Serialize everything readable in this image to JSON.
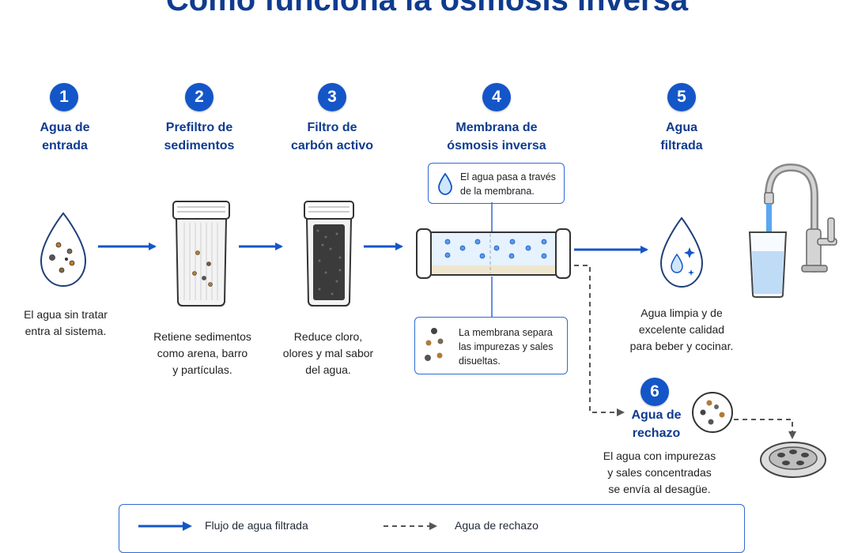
{
  "title": "Cómo funciona la ósmosis inversa",
  "steps": [
    {
      "number": "1",
      "title": "Agua de\nentrada",
      "description": "El agua sin tratar\nentra al sistema."
    },
    {
      "number": "2",
      "title": "Prefiltro de\nsedimentos",
      "description": "Retiene sedimentos\ncomo arena, barro\ny partículas."
    },
    {
      "number": "3",
      "title": "Filtro de\ncarbón activo",
      "description": "Reduce cloro,\nolores y mal sabor\ndel agua."
    },
    {
      "number": "4",
      "title": "Membrana de\nósmosis inversa",
      "note_top": "El agua pasa a través\nde la membrana.",
      "note_bottom": "La membrana separa\nlas impurezas y sales\ndisueltas."
    },
    {
      "number": "5",
      "title": "Agua\nfiltrada",
      "description": "Agua limpia y de\nexcelente calidad\npara beber y cocinar."
    },
    {
      "number": "6",
      "title": "Agua de\nrechazo",
      "description": "El agua con impurezas\ny sales concentradas\nse envía al desagüe."
    }
  ],
  "legend": {
    "filtered": "Flujo de agua filtrada",
    "reject": "Agua de rechazo"
  },
  "colors": {
    "primary": "#1456c8",
    "title": "#0f3b8f",
    "reject": "#666666",
    "water": "#cfe6fb"
  },
  "icons": [
    "water-drop-icon",
    "sediment-filter-icon",
    "carbon-filter-icon",
    "membrane-icon",
    "clean-drop-icon",
    "faucet-icon",
    "glass-icon",
    "impurities-icon",
    "drain-icon"
  ]
}
